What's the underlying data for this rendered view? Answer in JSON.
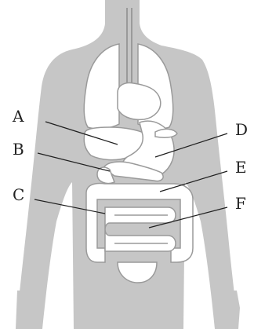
{
  "colors": {
    "body": "#c6c6c6",
    "organ_fill": "#ffffff",
    "organ_stroke": "#9a9a9a",
    "pointer": "#1f1f1f"
  },
  "labels": {
    "a": "A",
    "b": "B",
    "c": "C",
    "d": "D",
    "e": "E",
    "f": "F"
  }
}
